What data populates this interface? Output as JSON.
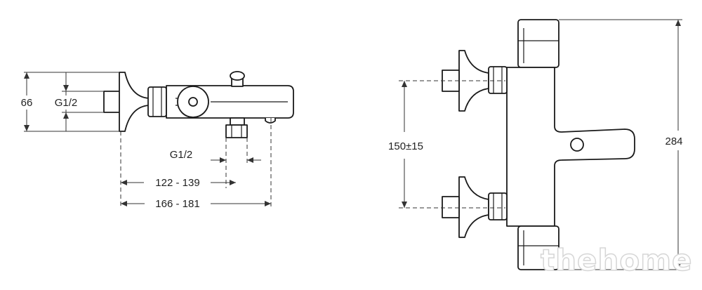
{
  "dimensions": {
    "height_66": "66",
    "thread_inlet": "G1/2",
    "thread_outlet": "G1/2",
    "range_122_139": "122 - 139",
    "range_166_181": "166 - 181",
    "spacing": "150±15",
    "height_284": "284"
  },
  "watermark": "thehome"
}
